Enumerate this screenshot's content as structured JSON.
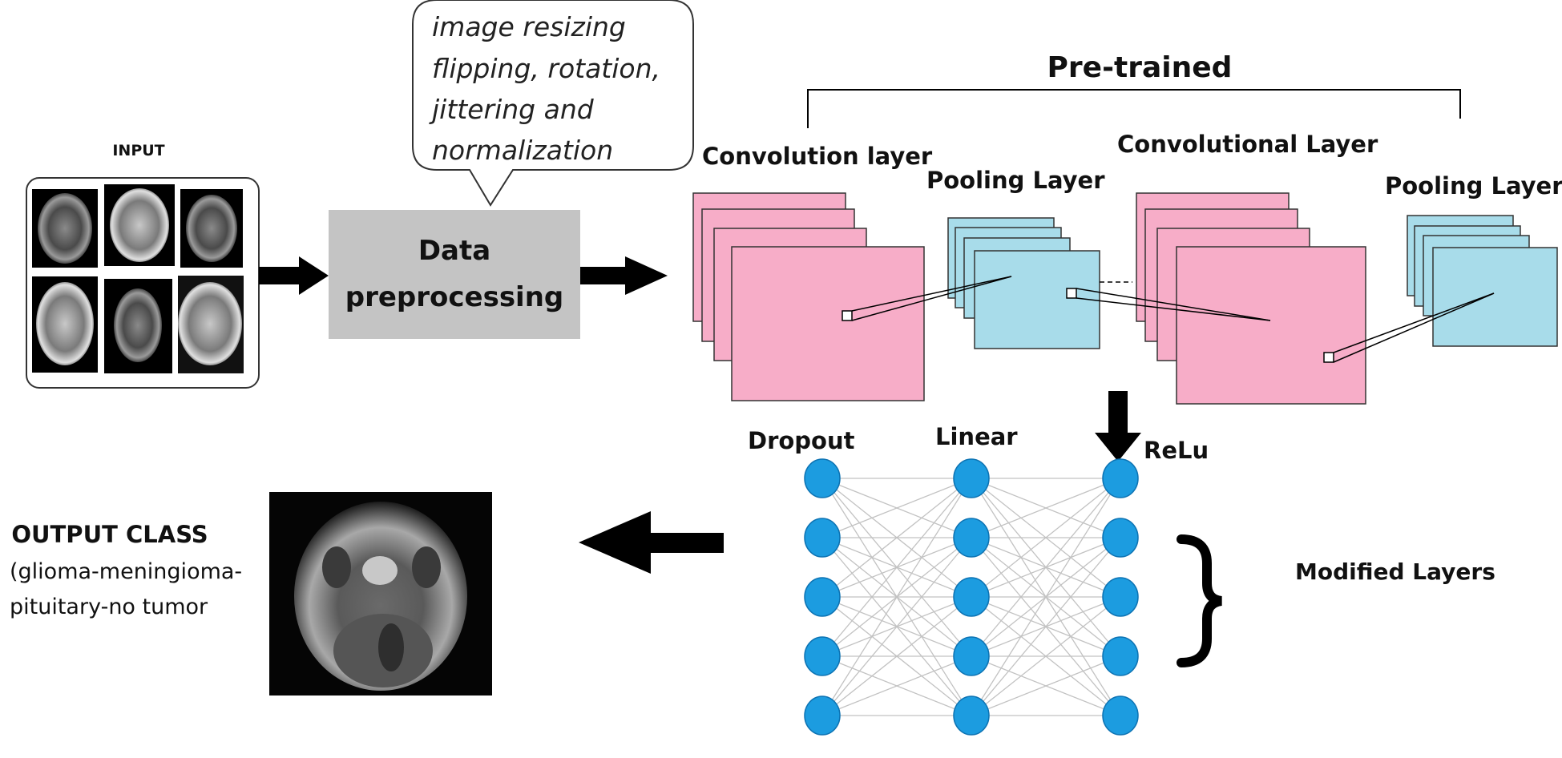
{
  "input": {
    "title": "INPUT"
  },
  "preprocessing": {
    "box_line1": "Data",
    "box_line2": "preprocessing",
    "callout_lines": [
      "image resizing",
      "flipping, rotation,",
      "jittering and",
      "normalization"
    ]
  },
  "pretrained": {
    "title": "Pre-trained"
  },
  "layers": {
    "conv1": "Convolution layer",
    "pool1": "Pooling Layer",
    "conv2": "Convolutional Layer",
    "pool2": "Pooling Layer"
  },
  "network": {
    "dropout": "Dropout",
    "linear": "Linear",
    "relu": "ReLu",
    "modified": "Modified Layers",
    "nodes_per_column": 5
  },
  "output": {
    "title": "OUTPUT CLASS",
    "line2": "(glioma-meningioma-",
    "line3": "pituitary-no tumor"
  },
  "colors": {
    "conv_fill": "#f7adc8",
    "pool_fill": "#a8dcea",
    "node_fill": "#1c9ce0",
    "node_stroke": "#0d73b3",
    "box_fill": "#c4c4c4",
    "arrow": "#000000"
  }
}
